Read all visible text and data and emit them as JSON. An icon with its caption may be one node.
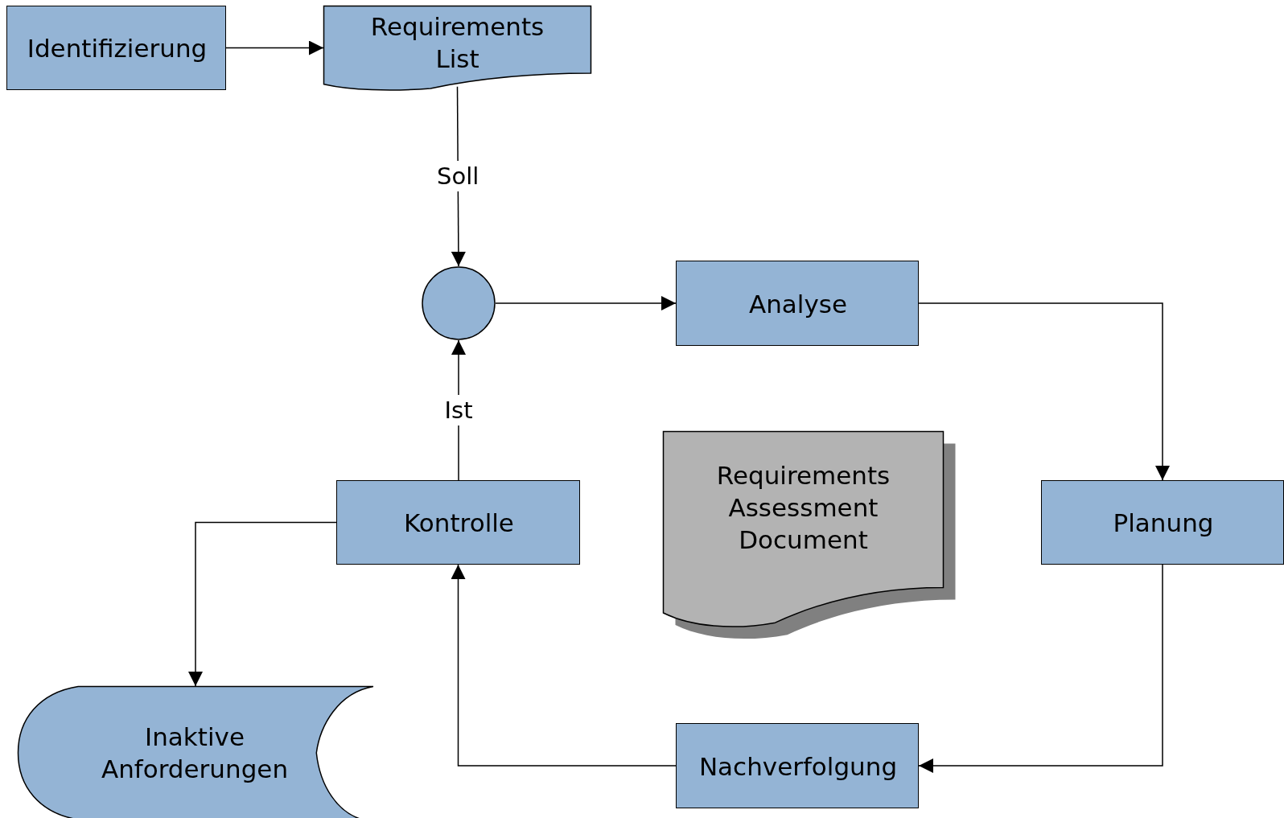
{
  "diagram": {
    "nodes": [
      {
        "text": [
          "Identifizierung"
        ]
      },
      {
        "text": [
          "Requirements List"
        ]
      },
      {
        "text": [],
        "shape": "circle"
      },
      {
        "text": [
          "Analyse"
        ]
      },
      {
        "text": [
          "Planung"
        ]
      },
      {
        "text": [
          "Nachverfolgung"
        ]
      },
      {
        "text": [
          "Kontrolle"
        ]
      },
      {
        "text": [
          "Inaktive Anforderungen"
        ]
      },
      {
        "text": [
          "Requirements Assessment Document"
        ]
      }
    ],
    "edges": [
      {
        "from": 0,
        "to": 1,
        "arrow": "to"
      },
      {
        "from": 1,
        "to": 2,
        "arrow": "to",
        "label": "Soll"
      },
      {
        "from": 6,
        "to": 2,
        "arrow": "to",
        "label": "Ist"
      },
      {
        "from": 2,
        "to": 3,
        "arrow": "to"
      },
      {
        "from": 3,
        "to": 4,
        "arrow": "to"
      },
      {
        "from": 4,
        "to": 5,
        "arrow": "to"
      },
      {
        "from": 5,
        "to": 6,
        "arrow": "to"
      },
      {
        "from": 6,
        "to": 7,
        "arrow": "to"
      }
    ]
  }
}
